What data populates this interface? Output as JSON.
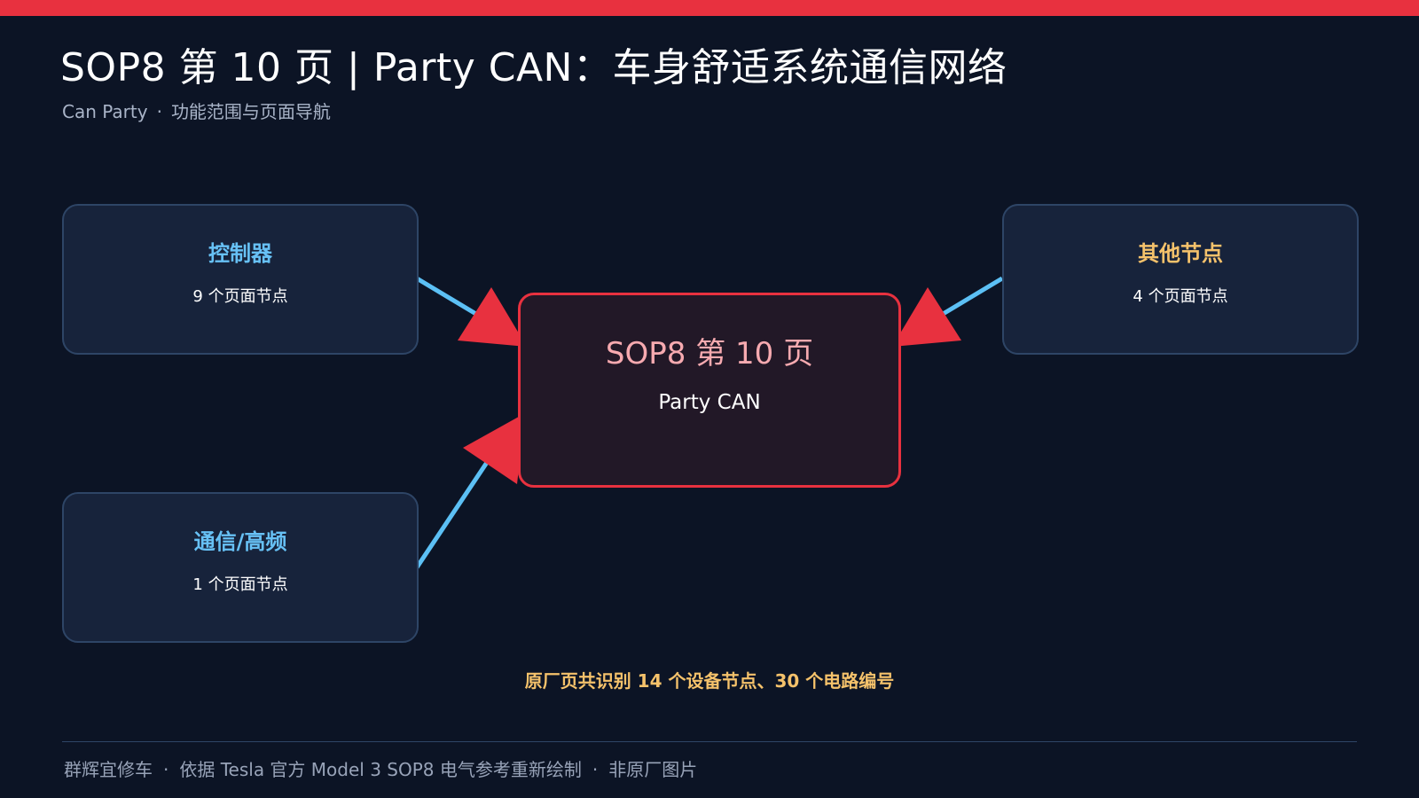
{
  "header": {
    "title": "SOP8 第 10 页 | Party CAN：车身舒适系统通信网络",
    "subtitle_left": "Can Party",
    "subtitle_sep": "·",
    "subtitle_right": "功能范围与页面导航"
  },
  "diagram": {
    "center": {
      "title": "SOP8 第 10 页",
      "subtitle": "Party CAN"
    },
    "nodes": [
      {
        "title": "控制器",
        "subtitle": "9 个页面节点"
      },
      {
        "title": "其他节点",
        "subtitle": "4 个页面节点"
      },
      {
        "title": "通信/高频",
        "subtitle": "1 个页面节点"
      }
    ]
  },
  "summary": "原厂页共识别 14 个设备节点、30 个电路编号",
  "footer": {
    "brand": "群辉宜修车",
    "sep1": "·",
    "source": "依据 Tesla 官方 Model 3 SOP8 电气参考重新绘制",
    "sep2": "·",
    "note": "非原厂图片"
  },
  "colors": {
    "accent": "#e8313f",
    "background": "#0c1425",
    "node_fill": "#17233b",
    "connector": "#5cc0f5",
    "highlight": "#f5c26b"
  }
}
